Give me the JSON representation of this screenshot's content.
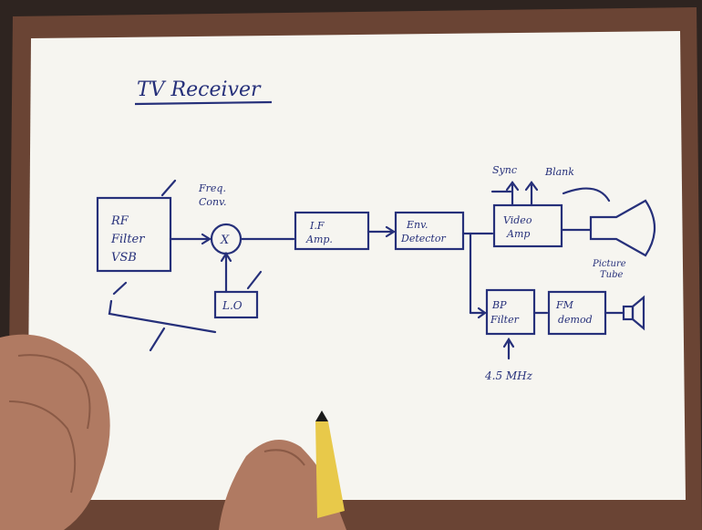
{
  "title": "TV Receiver",
  "blocks": {
    "rf": [
      "RF",
      "Filter",
      "VSB"
    ],
    "freq_conv": [
      "Freq.",
      "Conv."
    ],
    "mixer_symbol": "X",
    "lo": "L.O",
    "if_amp": [
      "I.F",
      "Amp."
    ],
    "env_detector": [
      "Env.",
      "Detector"
    ],
    "video_amp": [
      "Video",
      "Amp"
    ],
    "sync": "Sync",
    "blank": "Blank",
    "picture_tube": [
      "Picture",
      "Tube"
    ],
    "bp_filter": [
      "BP",
      "Filter"
    ],
    "fm_demod": [
      "FM",
      "demod"
    ],
    "freq_label": "4.5 MHz"
  },
  "colors": {
    "ink": "#26307a",
    "board": "#f6f5f0",
    "frame": "#6a4434",
    "background": "#2e2420",
    "skin": "#b07a62",
    "pen": "#e8c94a"
  }
}
